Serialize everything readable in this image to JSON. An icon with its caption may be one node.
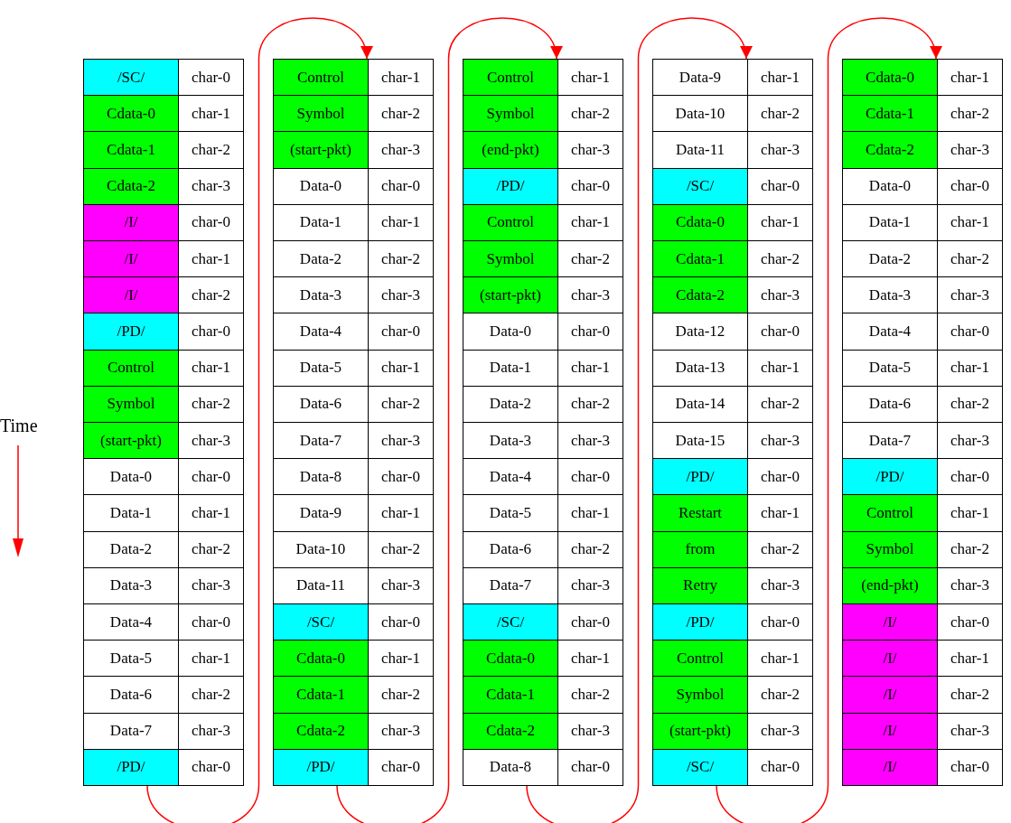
{
  "diagram": {
    "nodes": [
      {
        "text": [
          "/SC/"
        ]
      },
      {
        "text": [
          "char-0"
        ]
      },
      {
        "text": [
          "Cdata-0"
        ]
      },
      {
        "text": [
          "char-1"
        ]
      },
      {
        "text": [
          "Cdata-1"
        ]
      },
      {
        "text": [
          "char-2"
        ]
      },
      {
        "text": [
          "Cdata-2"
        ]
      },
      {
        "text": [
          "char-3"
        ]
      },
      {
        "text": [
          "/I/"
        ]
      },
      {
        "text": [
          "char-0"
        ]
      },
      {
        "text": [
          "/I/"
        ]
      },
      {
        "text": [
          "char-1"
        ]
      },
      {
        "text": [
          "/I/"
        ]
      },
      {
        "text": [
          "char-2"
        ]
      },
      {
        "text": [
          "/PD/"
        ]
      },
      {
        "text": [
          "char-0"
        ]
      },
      {
        "text": [
          "Control"
        ]
      },
      {
        "text": [
          "char-1"
        ]
      },
      {
        "text": [
          "Symbol"
        ]
      },
      {
        "text": [
          "char-2"
        ]
      },
      {
        "text": [
          "(start-pkt)"
        ]
      },
      {
        "text": [
          "char-3"
        ]
      },
      {
        "text": [
          "Data-0"
        ]
      },
      {
        "text": [
          "char-0"
        ]
      },
      {
        "text": [
          "Data-1"
        ]
      },
      {
        "text": [
          "char-1"
        ]
      },
      {
        "text": [
          "Data-2"
        ]
      },
      {
        "text": [
          "char-2"
        ]
      },
      {
        "text": [
          "Data-3"
        ]
      },
      {
        "text": [
          "char-3"
        ]
      },
      {
        "text": [
          "Data-4"
        ]
      },
      {
        "text": [
          "char-0"
        ]
      },
      {
        "text": [
          "Data-5"
        ]
      },
      {
        "text": [
          "char-1"
        ]
      },
      {
        "text": [
          "Data-6"
        ]
      },
      {
        "text": [
          "char-2"
        ]
      },
      {
        "text": [
          "Data-7"
        ]
      },
      {
        "text": [
          "char-3"
        ]
      },
      {
        "text": [
          "/PD/"
        ]
      },
      {
        "text": [
          "char-0"
        ]
      },
      {
        "text": [
          "Control"
        ]
      },
      {
        "text": [
          "char-1"
        ]
      },
      {
        "text": [
          "Symbol"
        ]
      },
      {
        "text": [
          "char-2"
        ]
      },
      {
        "text": [
          "(start-pkt)"
        ]
      },
      {
        "text": [
          "char-3"
        ]
      },
      {
        "text": [
          "Data-0"
        ]
      },
      {
        "text": [
          "char-0"
        ]
      },
      {
        "text": [
          "Data-1"
        ]
      },
      {
        "text": [
          "char-1"
        ]
      },
      {
        "text": [
          "Data-2"
        ]
      },
      {
        "text": [
          "char-2"
        ]
      },
      {
        "text": [
          "Data-3"
        ]
      },
      {
        "text": [
          "char-3"
        ]
      },
      {
        "text": [
          "Data-4"
        ]
      },
      {
        "text": [
          "char-0"
        ]
      },
      {
        "text": [
          "Data-5"
        ]
      },
      {
        "text": [
          "char-1"
        ]
      },
      {
        "text": [
          "Data-6"
        ]
      },
      {
        "text": [
          "char-2"
        ]
      },
      {
        "text": [
          "Data-7"
        ]
      },
      {
        "text": [
          "char-3"
        ]
      },
      {
        "text": [
          "Data-8"
        ]
      },
      {
        "text": [
          "char-0"
        ]
      },
      {
        "text": [
          "Data-9"
        ]
      },
      {
        "text": [
          "char-1"
        ]
      },
      {
        "text": [
          "Data-10"
        ]
      },
      {
        "text": [
          "char-2"
        ]
      },
      {
        "text": [
          "Data-11"
        ]
      },
      {
        "text": [
          "char-3"
        ]
      },
      {
        "text": [
          "/SC/"
        ]
      },
      {
        "text": [
          "char-0"
        ]
      },
      {
        "text": [
          "Cdata-0"
        ]
      },
      {
        "text": [
          "char-1"
        ]
      },
      {
        "text": [
          "Cdata-1"
        ]
      },
      {
        "text": [
          "char-2"
        ]
      },
      {
        "text": [
          "Cdata-2"
        ]
      },
      {
        "text": [
          "char-3"
        ]
      },
      {
        "text": [
          "/PD/"
        ]
      },
      {
        "text": [
          "char-0"
        ]
      },
      {
        "text": [
          "Control"
        ]
      },
      {
        "text": [
          "char-1"
        ]
      },
      {
        "text": [
          "Symbol"
        ]
      },
      {
        "text": [
          "char-2"
        ]
      },
      {
        "text": [
          "(end-pkt)"
        ]
      },
      {
        "text": [
          "char-3"
        ]
      },
      {
        "text": [
          "/PD/"
        ]
      },
      {
        "text": [
          "char-0"
        ]
      },
      {
        "text": [
          "Control"
        ]
      },
      {
        "text": [
          "char-1"
        ]
      },
      {
        "text": [
          "Symbol"
        ]
      },
      {
        "text": [
          "char-2"
        ]
      },
      {
        "text": [
          "(start-pkt)"
        ]
      },
      {
        "text": [
          "char-3"
        ]
      },
      {
        "text": [
          "Data-0"
        ]
      },
      {
        "text": [
          "char-0"
        ]
      },
      {
        "text": [
          "Data-1"
        ]
      },
      {
        "text": [
          "char-1"
        ]
      },
      {
        "text": [
          "Data-2"
        ]
      },
      {
        "text": [
          "char-2"
        ]
      },
      {
        "text": [
          "Data-3"
        ]
      },
      {
        "text": [
          "char-3"
        ]
      },
      {
        "text": [
          "Data-4"
        ]
      },
      {
        "text": [
          "char-0"
        ]
      },
      {
        "text": [
          "Data-5"
        ]
      },
      {
        "text": [
          "char-1"
        ]
      },
      {
        "text": [
          "Data-6"
        ]
      },
      {
        "text": [
          "char-2"
        ]
      },
      {
        "text": [
          "Data-7"
        ]
      },
      {
        "text": [
          "char-3"
        ]
      },
      {
        "text": [
          "/SC/"
        ]
      },
      {
        "text": [
          "char-0"
        ]
      },
      {
        "text": [
          "Cdata-0"
        ]
      },
      {
        "text": [
          "char-1"
        ]
      },
      {
        "text": [
          "Cdata-1"
        ]
      },
      {
        "text": [
          "char-2"
        ]
      },
      {
        "text": [
          "Cdata-2"
        ]
      },
      {
        "text": [
          "char-3"
        ]
      },
      {
        "text": [
          "Data-8"
        ]
      },
      {
        "text": [
          "char-0"
        ]
      },
      {
        "text": [
          "Data-9"
        ]
      },
      {
        "text": [
          "char-1"
        ]
      },
      {
        "text": [
          "Data-10"
        ]
      },
      {
        "text": [
          "char-2"
        ]
      },
      {
        "text": [
          "Data-11"
        ]
      },
      {
        "text": [
          "char-3"
        ]
      },
      {
        "text": [
          "/SC/"
        ]
      },
      {
        "text": [
          "char-0"
        ]
      },
      {
        "text": [
          "Cdata-0"
        ]
      },
      {
        "text": [
          "char-1"
        ]
      },
      {
        "text": [
          "Cdata-1"
        ]
      },
      {
        "text": [
          "char-2"
        ]
      },
      {
        "text": [
          "Cdata-2"
        ]
      },
      {
        "text": [
          "char-3"
        ]
      },
      {
        "text": [
          "Data-12"
        ]
      },
      {
        "text": [
          "char-0"
        ]
      },
      {
        "text": [
          "Data-13"
        ]
      },
      {
        "text": [
          "char-1"
        ]
      },
      {
        "text": [
          "Data-14"
        ]
      },
      {
        "text": [
          "char-2"
        ]
      },
      {
        "text": [
          "Data-15"
        ]
      },
      {
        "text": [
          "char-3"
        ]
      },
      {
        "text": [
          "/PD/"
        ]
      },
      {
        "text": [
          "char-0"
        ]
      },
      {
        "text": [
          "Restart"
        ]
      },
      {
        "text": [
          "char-1"
        ]
      },
      {
        "text": [
          "from"
        ]
      },
      {
        "text": [
          "char-2"
        ]
      },
      {
        "text": [
          "Retry"
        ]
      },
      {
        "text": [
          "char-3"
        ]
      },
      {
        "text": [
          "/PD/"
        ]
      },
      {
        "text": [
          "char-0"
        ]
      },
      {
        "text": [
          "Control"
        ]
      },
      {
        "text": [
          "char-1"
        ]
      },
      {
        "text": [
          "Symbol"
        ]
      },
      {
        "text": [
          "char-2"
        ]
      },
      {
        "text": [
          "(start-pkt)"
        ]
      },
      {
        "text": [
          "char-3"
        ]
      },
      {
        "text": [
          "/SC/"
        ]
      },
      {
        "text": [
          "char-0"
        ]
      },
      {
        "text": [
          "Cdata-0"
        ]
      },
      {
        "text": [
          "char-1"
        ]
      },
      {
        "text": [
          "Cdata-1"
        ]
      },
      {
        "text": [
          "char-2"
        ]
      },
      {
        "text": [
          "Cdata-2"
        ]
      },
      {
        "text": [
          "char-3"
        ]
      },
      {
        "text": [
          "Data-0"
        ]
      },
      {
        "text": [
          "char-0"
        ]
      },
      {
        "text": [
          "Data-1"
        ]
      },
      {
        "text": [
          "char-1"
        ]
      },
      {
        "text": [
          "Data-2"
        ]
      },
      {
        "text": [
          "char-2"
        ]
      },
      {
        "text": [
          "Data-3"
        ]
      },
      {
        "text": [
          "char-3"
        ]
      },
      {
        "text": [
          "Data-4"
        ]
      },
      {
        "text": [
          "char-0"
        ]
      },
      {
        "text": [
          "Data-5"
        ]
      },
      {
        "text": [
          "char-1"
        ]
      },
      {
        "text": [
          "Data-6"
        ]
      },
      {
        "text": [
          "char-2"
        ]
      },
      {
        "text": [
          "Data-7"
        ]
      },
      {
        "text": [
          "char-3"
        ]
      },
      {
        "text": [
          "/PD/"
        ]
      },
      {
        "text": [
          "char-0"
        ]
      },
      {
        "text": [
          "Control"
        ]
      },
      {
        "text": [
          "char-1"
        ]
      },
      {
        "text": [
          "Symbol"
        ]
      },
      {
        "text": [
          "char-2"
        ]
      },
      {
        "text": [
          "(end-pkt)"
        ]
      },
      {
        "text": [
          "char-3"
        ]
      },
      {
        "text": [
          "/I/"
        ]
      },
      {
        "text": [
          "char-0"
        ]
      },
      {
        "text": [
          "/I/"
        ]
      },
      {
        "text": [
          "char-1"
        ]
      },
      {
        "text": [
          "/I/"
        ]
      },
      {
        "text": [
          "char-2"
        ]
      },
      {
        "text": [
          "/I/"
        ]
      },
      {
        "text": [
          "char-3"
        ]
      },
      {
        "text": [
          "/I/"
        ]
      },
      {
        "text": [
          "char-0"
        ]
      }
    ],
    "edges": [
      {
        "from": 38,
        "to": 40,
        "arrow": "to"
      },
      {
        "from": 78,
        "to": 80,
        "arrow": "to"
      },
      {
        "from": 118,
        "to": 120,
        "arrow": "to"
      },
      {
        "from": 158,
        "to": 160,
        "arrow": "to"
      }
    ],
    "labels": [
      "Time"
    ]
  }
}
